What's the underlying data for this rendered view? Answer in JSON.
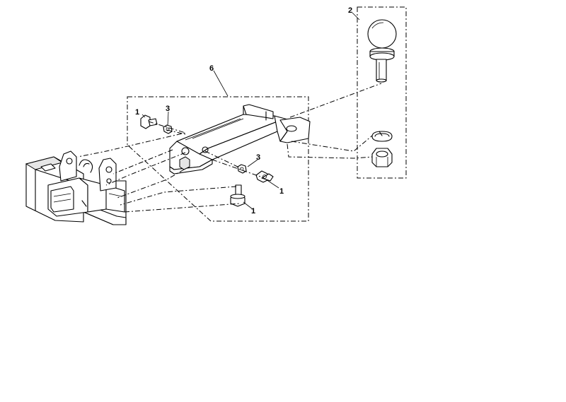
{
  "diagram": {
    "callouts": {
      "bolt_left_top": "1",
      "nut_left_top": "3",
      "ball_mount_group": "6",
      "nut_right": "3",
      "bolt_right": "1",
      "bolt_bottom": "1",
      "hitch_ball_group": "2"
    }
  }
}
